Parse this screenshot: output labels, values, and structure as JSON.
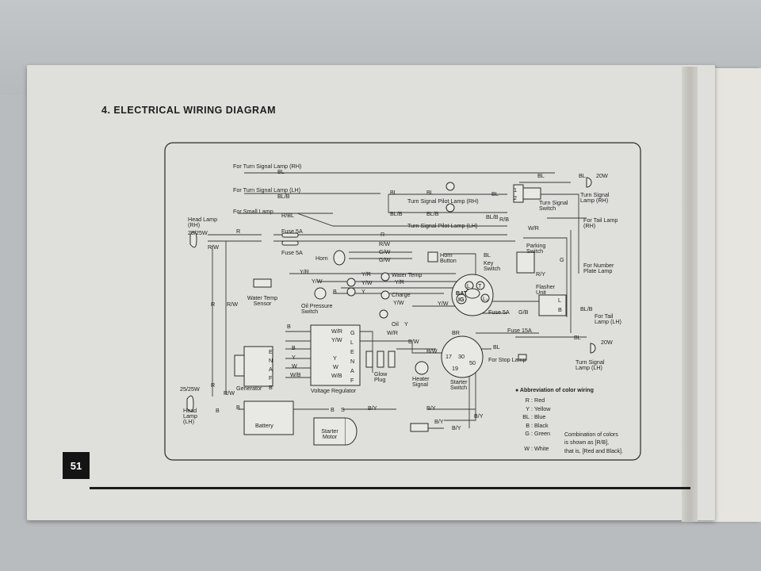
{
  "title": "4. ELECTRICAL WIRING DIAGRAM",
  "page_number": "51",
  "labels": {
    "turn_rh": "For Turn Signal Lamp (RH)",
    "turn_lh": "For Turn Signal Lamp (LH)",
    "small_lamp": "For Small Lamp",
    "head_rh": "Head Lamp (RH)",
    "head_rh_w": "25/25W",
    "head_lh": "Head Lamp (LH)",
    "head_lh_w": "25/25W",
    "fuse5a_1": "Fuse 5A",
    "fuse5a_2": "Fuse 5A",
    "fuse5a_3": "Fuse 5A",
    "fuse15a": "Fuse 15A",
    "horn": "Horn",
    "horn_button": "Horn Button",
    "key_switch": "Key Switch",
    "water_temp": "Water Temp",
    "water_temp_sensor": "Water Temp Sensor",
    "charge": "Charge",
    "oil_pressure": "Oil Pressure Switch",
    "oil": "Oil",
    "turn_pilot_rh": "Turn Signal Pilot Lamp (RH)",
    "turn_pilot_lh": "Turn Signal Pilot Lamp (LH)",
    "turn_switch": "Turn Signal Switch",
    "turn_lamp_rh": "Turn Signal Lamp (RH)",
    "turn_lamp_lh": "Turn Signal Lamp (LH)",
    "w20_1": "20W",
    "w20_2": "20W",
    "tail_rh": "For Tail Lamp (RH)",
    "tail_lh": "For Tail Lamp (LH)",
    "number_plate": "For Number Plate Lamp",
    "parking_switch": "Parking Switch",
    "flasher_unit": "Flasher Unit",
    "stop_lamp": "For Stop Lamp",
    "generator": "Generator",
    "voltage_regulator": "Voltage Regulator",
    "glow_plug": "Glow Plug",
    "heater_signal": "Heater Signal",
    "starter_switch": "Starter Switch",
    "battery": "Battery",
    "starter_motor": "Starter Motor",
    "bat": "BAT",
    "ig": "IG"
  },
  "wire_codes": {
    "bl": "BL",
    "blb": "BL/B",
    "rbl": "R/BL",
    "r": "R",
    "rw": "R/W",
    "gw": "G/W",
    "yr": "Y/R",
    "yw": "Y/W",
    "y": "Y",
    "b": "B",
    "wr": "W/R",
    "w": "W",
    "wb": "W/B",
    "br": "BR",
    "bw": "B/W",
    "gb": "G/B",
    "by": "B/Y",
    "rb": "R/B",
    "wr2": "W/R",
    "ry": "R/Y",
    "g": "G"
  },
  "legend": {
    "heading": "● Abbreviation of color wiring",
    "items": [
      {
        "code": "R",
        "sep": ":",
        "name": "Red"
      },
      {
        "code": "Y",
        "sep": ":",
        "name": "Yellow"
      },
      {
        "code": "BL",
        "sep": ":",
        "name": "Blue"
      },
      {
        "code": "B",
        "sep": ":",
        "name": "Black"
      },
      {
        "code": "G",
        "sep": ":",
        "name": "Green"
      },
      {
        "code": "W",
        "sep": ":",
        "name": "White"
      }
    ],
    "note1": "Combination of colors",
    "note2": "is shown as [R/B],",
    "note3": "that is, [Red and Black]."
  },
  "terminals": {
    "gen": [
      "E",
      "N",
      "A",
      "F"
    ],
    "gen_b": "B",
    "reg": [
      "G",
      "L",
      "E",
      "N",
      "A",
      "F"
    ],
    "switch_17": "17",
    "switch_30": "30",
    "switch_19": "19",
    "switch_50": "50",
    "key_t": "T",
    "key_l": "L",
    "key_l2": "L₁",
    "bat_b": "B",
    "bat_s": "S",
    "ts_1": "1",
    "ts_2": "2",
    "fl_l": "L",
    "fl_b": "B"
  }
}
